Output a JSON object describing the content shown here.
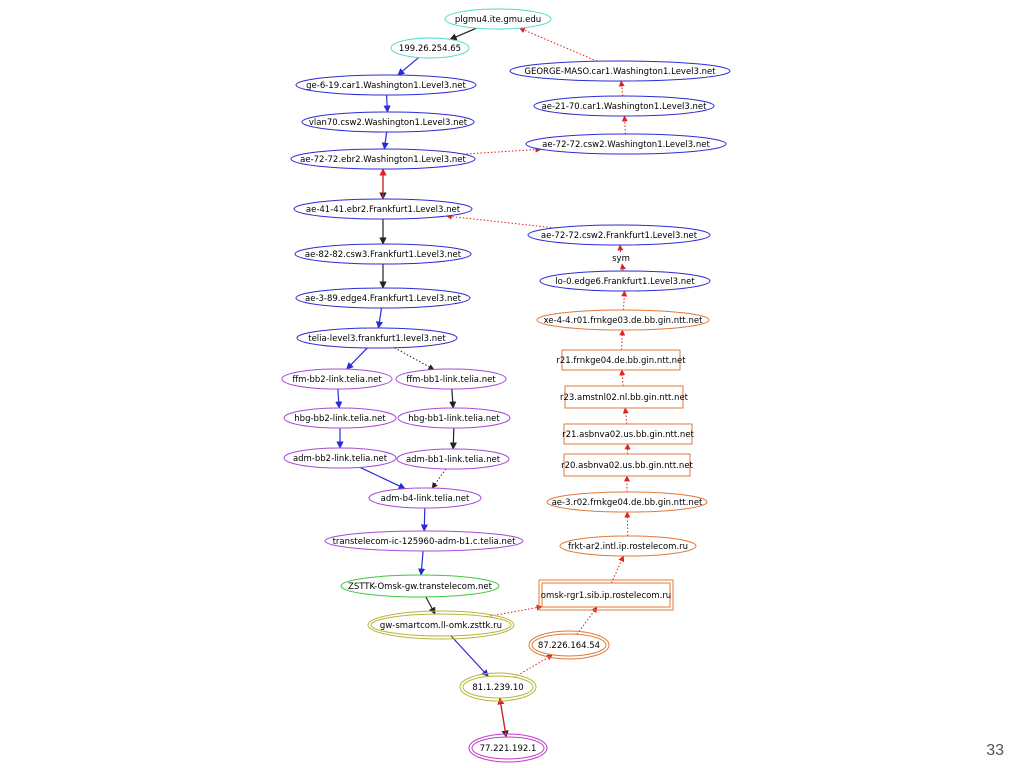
{
  "slide_number": "33",
  "colors": {
    "blue": "#2b2bd6",
    "turquoise": "#4fd9c9",
    "purple": "#a84ad6",
    "orange": "#e07a3a",
    "green": "#3cc93c",
    "olive": "#b6b63a",
    "magenta": "#c43ad0",
    "red_edge": "#dd2222",
    "dark_edge": "#222222"
  },
  "diagram": {
    "nodes": [
      {
        "id": "n1",
        "label": "plgmu4.ite.gmu.edu",
        "shape": "ellipse",
        "color": "turquoise"
      },
      {
        "id": "n2",
        "label": "199.26.254.65",
        "shape": "ellipse",
        "color": "turquoise"
      },
      {
        "id": "n3",
        "label": "ge-6-19.car1.Washington1.Level3.net",
        "shape": "ellipse",
        "color": "blue"
      },
      {
        "id": "n4",
        "label": "vlan70.csw2.Washington1.Level3.net",
        "shape": "ellipse",
        "color": "blue"
      },
      {
        "id": "n5",
        "label": "ae-72-72.ebr2.Washington1.Level3.net",
        "shape": "ellipse",
        "color": "blue"
      },
      {
        "id": "n6",
        "label": "ae-41-41.ebr2.Frankfurt1.Level3.net",
        "shape": "ellipse",
        "color": "blue"
      },
      {
        "id": "n7",
        "label": "ae-82-82.csw3.Frankfurt1.Level3.net",
        "shape": "ellipse",
        "color": "blue"
      },
      {
        "id": "n8",
        "label": "ae-3-89.edge4.Frankfurt1.Level3.net",
        "shape": "ellipse",
        "color": "blue"
      },
      {
        "id": "n9",
        "label": "telia-level3.frankfurt1.level3.net",
        "shape": "ellipse",
        "color": "blue"
      },
      {
        "id": "n10",
        "label": "ffm-bb2-link.telia.net",
        "shape": "ellipse",
        "color": "purple"
      },
      {
        "id": "n11",
        "label": "ffm-bb1-link.telia.net",
        "shape": "ellipse",
        "color": "purple"
      },
      {
        "id": "n12",
        "label": "hbg-bb2-link.telia.net",
        "shape": "ellipse",
        "color": "purple"
      },
      {
        "id": "n13",
        "label": "hbg-bb1-link.telia.net",
        "shape": "ellipse",
        "color": "purple"
      },
      {
        "id": "n14",
        "label": "adm-bb2-link.telia.net",
        "shape": "ellipse",
        "color": "purple"
      },
      {
        "id": "n15",
        "label": "adm-bb1-link.telia.net",
        "shape": "ellipse",
        "color": "purple"
      },
      {
        "id": "n16",
        "label": "adm-b4-link.telia.net",
        "shape": "ellipse",
        "color": "purple"
      },
      {
        "id": "n17",
        "label": "transtelecom-ic-125960-adm-b1.c.telia.net",
        "shape": "ellipse",
        "color": "purple"
      },
      {
        "id": "n18",
        "label": "ZSTTK-Omsk-gw.transtelecom.net",
        "shape": "ellipse",
        "color": "green"
      },
      {
        "id": "n19",
        "label": "gw-smartcom.ll-omk.zsttk.ru",
        "shape": "ellipse",
        "color": "olive",
        "double": true
      },
      {
        "id": "n20",
        "label": "81.1.239.10",
        "shape": "ellipse",
        "color": "olive",
        "double": true
      },
      {
        "id": "n21",
        "label": "77.221.192.1",
        "shape": "ellipse",
        "color": "magenta",
        "double": true
      },
      {
        "id": "n22",
        "label": "GEORGE-MASO.car1.Washington1.Level3.net",
        "shape": "ellipse",
        "color": "blue"
      },
      {
        "id": "n23",
        "label": "ae-21-70.car1.Washington1.Level3.net",
        "shape": "ellipse",
        "color": "blue"
      },
      {
        "id": "n24",
        "label": "ae-72-72.csw2.Washington1.Level3.net",
        "shape": "ellipse",
        "color": "blue"
      },
      {
        "id": "n25",
        "label": "ae-72-72.csw2.Frankfurt1.Level3.net",
        "shape": "ellipse",
        "color": "blue"
      },
      {
        "id": "n26",
        "label": "sym",
        "shape": "text",
        "color": "dark_edge"
      },
      {
        "id": "n27",
        "label": "lo-0.edge6.Frankfurt1.Level3.net",
        "shape": "ellipse",
        "color": "blue"
      },
      {
        "id": "n28",
        "label": "xe-4-4.r01.frnkge03.de.bb.gin.ntt.net",
        "shape": "ellipse",
        "color": "orange"
      },
      {
        "id": "n29",
        "label": "r21.frnkge04.de.bb.gin.ntt.net",
        "shape": "box",
        "color": "orange"
      },
      {
        "id": "n30",
        "label": "r23.amstnl02.nl.bb.gin.ntt.net",
        "shape": "box",
        "color": "orange"
      },
      {
        "id": "n31",
        "label": "r21.asbnva02.us.bb.gin.ntt.net",
        "shape": "box",
        "color": "orange"
      },
      {
        "id": "n32",
        "label": "r20.asbnva02.us.bb.gin.ntt.net",
        "shape": "box",
        "color": "orange"
      },
      {
        "id": "n33",
        "label": "ae-3.r02.frnkge04.de.bb.gin.ntt.net",
        "shape": "ellipse",
        "color": "orange"
      },
      {
        "id": "n34",
        "label": "frkt-ar2.intl.ip.rostelecom.ru",
        "shape": "ellipse",
        "color": "orange"
      },
      {
        "id": "n35",
        "label": "omsk-rgr1.sib.ip.rostelecom.ru",
        "shape": "box",
        "color": "orange",
        "double": true
      },
      {
        "id": "n36",
        "label": "87.226.164.54",
        "shape": "ellipse",
        "color": "orange",
        "double": true
      }
    ],
    "edges": [
      {
        "from": "n1",
        "to": "n2",
        "color": "dark_edge",
        "style": "solid"
      },
      {
        "from": "n2",
        "to": "n3",
        "color": "blue",
        "style": "solid"
      },
      {
        "from": "n3",
        "to": "n4",
        "color": "blue",
        "style": "solid"
      },
      {
        "from": "n4",
        "to": "n5",
        "color": "blue",
        "style": "solid"
      },
      {
        "from": "n5",
        "to": "n6",
        "color": "dark_edge",
        "style": "solid"
      },
      {
        "from": "n6",
        "to": "n5",
        "color": "red_edge",
        "style": "solid"
      },
      {
        "from": "n6",
        "to": "n7",
        "color": "dark_edge",
        "style": "solid"
      },
      {
        "from": "n7",
        "to": "n8",
        "color": "dark_edge",
        "style": "solid"
      },
      {
        "from": "n8",
        "to": "n9",
        "color": "blue",
        "style": "solid"
      },
      {
        "from": "n9",
        "to": "n10",
        "color": "blue",
        "style": "solid"
      },
      {
        "from": "n9",
        "to": "n11",
        "color": "dark_edge",
        "style": "dotted"
      },
      {
        "from": "n10",
        "to": "n12",
        "color": "blue",
        "style": "solid"
      },
      {
        "from": "n11",
        "to": "n13",
        "color": "dark_edge",
        "style": "solid"
      },
      {
        "from": "n12",
        "to": "n14",
        "color": "blue",
        "style": "solid"
      },
      {
        "from": "n13",
        "to": "n15",
        "color": "dark_edge",
        "style": "solid"
      },
      {
        "from": "n14",
        "to": "n16",
        "color": "blue",
        "style": "solid"
      },
      {
        "from": "n15",
        "to": "n16",
        "color": "dark_edge",
        "style": "dotted"
      },
      {
        "from": "n16",
        "to": "n17",
        "color": "blue",
        "style": "solid"
      },
      {
        "from": "n17",
        "to": "n18",
        "color": "blue",
        "style": "solid"
      },
      {
        "from": "n18",
        "to": "n19",
        "color": "dark_edge",
        "style": "solid"
      },
      {
        "from": "n19",
        "to": "n20",
        "color": "blue",
        "style": "solid"
      },
      {
        "from": "n20",
        "to": "n21",
        "color": "dark_edge",
        "style": "solid"
      },
      {
        "from": "n21",
        "to": "n20",
        "color": "red_edge",
        "style": "solid"
      },
      {
        "from": "n20",
        "to": "n36",
        "color": "red_edge",
        "style": "dotted"
      },
      {
        "from": "n36",
        "to": "n35",
        "color": "red_edge",
        "style": "dotted"
      },
      {
        "from": "n19",
        "to": "n35",
        "color": "red_edge",
        "style": "dotted"
      },
      {
        "from": "n35",
        "to": "n34",
        "color": "red_edge",
        "style": "dotted"
      },
      {
        "from": "n34",
        "to": "n33",
        "color": "red_edge",
        "style": "dotted"
      },
      {
        "from": "n33",
        "to": "n32",
        "color": "red_edge",
        "style": "dotted"
      },
      {
        "from": "n32",
        "to": "n31",
        "color": "red_edge",
        "style": "dotted"
      },
      {
        "from": "n31",
        "to": "n30",
        "color": "red_edge",
        "style": "dotted"
      },
      {
        "from": "n30",
        "to": "n29",
        "color": "red_edge",
        "style": "dotted"
      },
      {
        "from": "n29",
        "to": "n28",
        "color": "red_edge",
        "style": "dotted"
      },
      {
        "from": "n28",
        "to": "n27",
        "color": "red_edge",
        "style": "dotted"
      },
      {
        "from": "n27",
        "to": "n26",
        "color": "red_edge",
        "style": "dotted"
      },
      {
        "from": "n26",
        "to": "n25",
        "color": "red_edge",
        "style": "dotted"
      },
      {
        "from": "n25",
        "to": "n6",
        "color": "red_edge",
        "style": "dotted"
      },
      {
        "from": "n5",
        "to": "n24",
        "color": "red_edge",
        "style": "dotted"
      },
      {
        "from": "n24",
        "to": "n23",
        "color": "red_edge",
        "style": "dotted"
      },
      {
        "from": "n23",
        "to": "n22",
        "color": "red_edge",
        "style": "dotted"
      },
      {
        "from": "n22",
        "to": "n1",
        "color": "red_edge",
        "style": "dotted"
      }
    ]
  }
}
